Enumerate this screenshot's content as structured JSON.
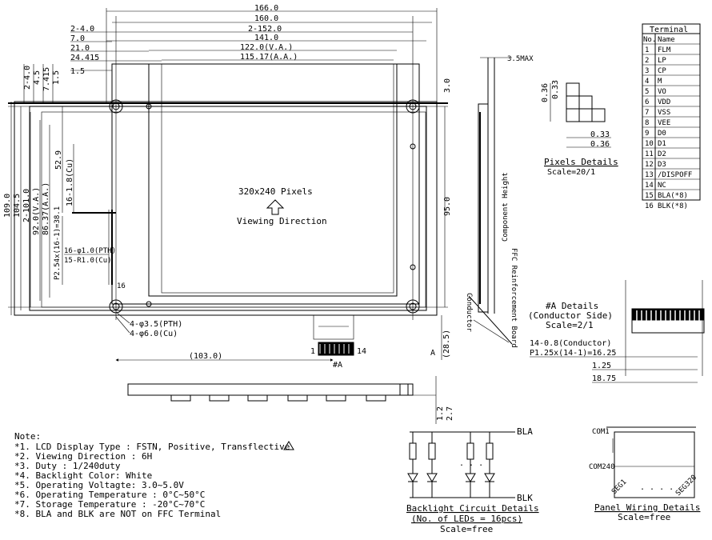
{
  "front": {
    "top_dims": [
      "166.0",
      "160.0",
      "2-152.0",
      "141.0",
      "122.0(V.A.)",
      "115.17(A.A.)"
    ],
    "left_dims": [
      "2-4.0",
      "7.0",
      "21.0",
      "24.415",
      "1.5"
    ],
    "v_small_dims": [
      "2-4.0",
      "4.5",
      "7.415",
      "1.5"
    ],
    "v_dims": [
      "109.0",
      "104.5",
      "2-101.0",
      "92.0(V.A.)",
      "86.37(A.A.)"
    ],
    "dim_529": "52.9",
    "dim_16_18": "16-1.8(Cu)",
    "pitch": "P2.54x(16-1)=38.1",
    "hole1": "16-φ1.0(PTH)",
    "hole2": "15-R1.0(Cu)",
    "pin16": "16",
    "pixels": "320x240 Pixels",
    "viewing": "Viewing Direction",
    "holes_pth": "4-φ3.5(PTH)",
    "holes_cu": "4-φ6.0(Cu)",
    "dim_103": "(103.0)",
    "fpc_1": "1",
    "fpc_14": "14",
    "fpc_a": "#A",
    "dim_285": "(28.5)",
    "dim_a_marker": "A"
  },
  "side": {
    "max": "3.5MAX",
    "d30": "3.0",
    "d950": "95.0",
    "comp": "Component Height",
    "ffc": "FFC Reinforcement Board",
    "conn": "Conductor"
  },
  "bottom": {
    "d12": "1.2",
    "d27": "2.7"
  },
  "pixels_detail": {
    "d036": "0.36",
    "d033": "0.33",
    "d033b": "0.33",
    "d036b": "0.36",
    "title": "Pixels Details",
    "scale": "Scale=20/1"
  },
  "terminal": {
    "title": "Terminal",
    "headers": [
      "No.",
      "Name"
    ],
    "rows": [
      [
        "1",
        "FLM"
      ],
      [
        "2",
        "LP"
      ],
      [
        "3",
        "CP"
      ],
      [
        "4",
        "M"
      ],
      [
        "5",
        "VO"
      ],
      [
        "6",
        "VDD"
      ],
      [
        "7",
        "VSS"
      ],
      [
        "8",
        "VEE"
      ],
      [
        "9",
        "D0"
      ],
      [
        "10",
        "D1"
      ],
      [
        "11",
        "D2"
      ],
      [
        "12",
        "D3"
      ],
      [
        "13",
        "/DISPOFF"
      ],
      [
        "14",
        "NC"
      ],
      [
        "15",
        "BLA(*8)"
      ],
      [
        "16",
        "BLK(*8)"
      ]
    ]
  },
  "a_detail": {
    "title1": "#A Details",
    "title2": "(Conductor Side)",
    "scale": "Scale=2/1",
    "d1": "14-0.8(Conductor)",
    "d2": "P1.25x(14-1)=16.25",
    "d3": "1.25",
    "d4": "18.75"
  },
  "notes": {
    "title": "Note:",
    "items": [
      "*1. LCD Display Type : FSTN, Positive, Transflective",
      "*2. Viewing Direction : 6H",
      "*3. Duty : 1/240duty",
      "*4. Backlight Color: White",
      "*5. Operating Voltagte: 3.0~5.0V",
      "*6. Operating Temperature : 0°C~50°C",
      "*7. Storage Temperature : -20°C~70°C",
      "*8. BLA and BLK are NOT on FFC Terminal"
    ]
  },
  "backlight": {
    "bla": "BLA",
    "blk": "BLK",
    "title": "Backlight Circuit Details",
    "sub": "(No. of LEDs = 16pcs)",
    "scale": "Scale=free"
  },
  "panel": {
    "com1": "COM1",
    "com240": "COM240",
    "seg1": "SEG1",
    "seg320": "SEG320",
    "title": "Panel Wiring Details",
    "scale": "Scale=free"
  }
}
